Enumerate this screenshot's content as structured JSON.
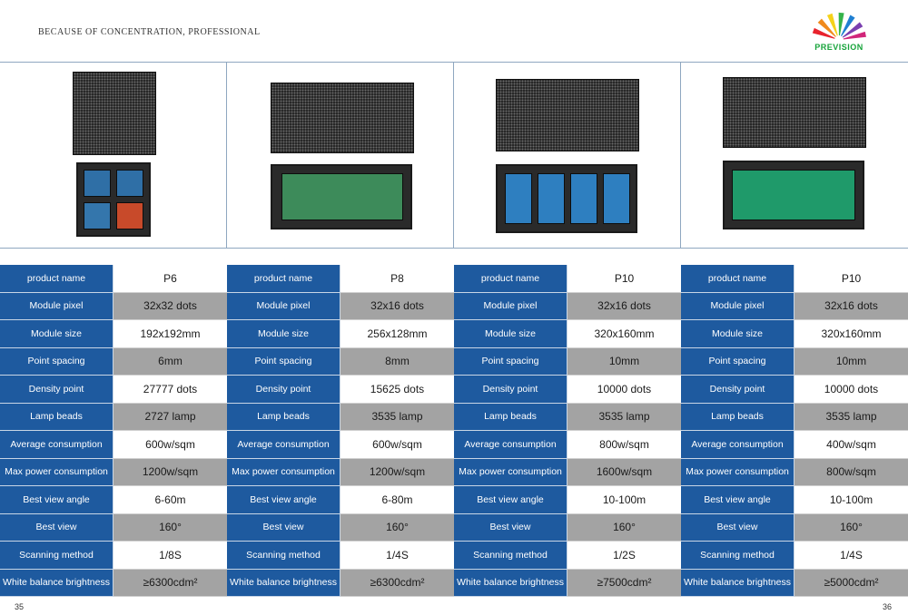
{
  "header": {
    "tagline": "BECAUSE OF CONCENTRATION, PROFESSIONAL",
    "brand": "PREVISION"
  },
  "labels": [
    "product name",
    "Module pixel",
    "Module size",
    "Point spacing",
    "Density point",
    "Lamp beads",
    "Average consumption",
    "Max power consumption",
    "Best view angle",
    "Best view",
    "Scanning method",
    "White balance brightness"
  ],
  "products": [
    {
      "values": [
        "P6",
        "32x32 dots",
        "192x192mm",
        "6mm",
        "27777 dots",
        "2727 lamp",
        "600w/sqm",
        "1200w/sqm",
        "6-60m",
        "160°",
        "1/8S",
        "≥6300cdm²"
      ]
    },
    {
      "values": [
        "P8",
        "32x16 dots",
        "256x128mm",
        "8mm",
        "15625 dots",
        "3535 lamp",
        "600w/sqm",
        "1200w/sqm",
        "6-80m",
        "160°",
        "1/4S",
        "≥6300cdm²"
      ]
    },
    {
      "values": [
        "P10",
        "32x16 dots",
        "320x160mm",
        "10mm",
        "10000 dots",
        "3535 lamp",
        "800w/sqm",
        "1600w/sqm",
        "10-100m",
        "160°",
        "1/2S",
        "≥7500cdm²"
      ]
    },
    {
      "values": [
        "P10",
        "32x16 dots",
        "320x160mm",
        "10mm",
        "10000 dots",
        "3535 lamp",
        "400w/sqm",
        "800w/sqm",
        "10-100m",
        "160°",
        "1/4S",
        "≥5000cdm²"
      ]
    }
  ],
  "footer": {
    "page_left": "35",
    "page_right": "36"
  },
  "colors": {
    "label_bg": "#1e5a9f",
    "value_grey": "#a3a3a3",
    "brand_green": "#15a339"
  }
}
